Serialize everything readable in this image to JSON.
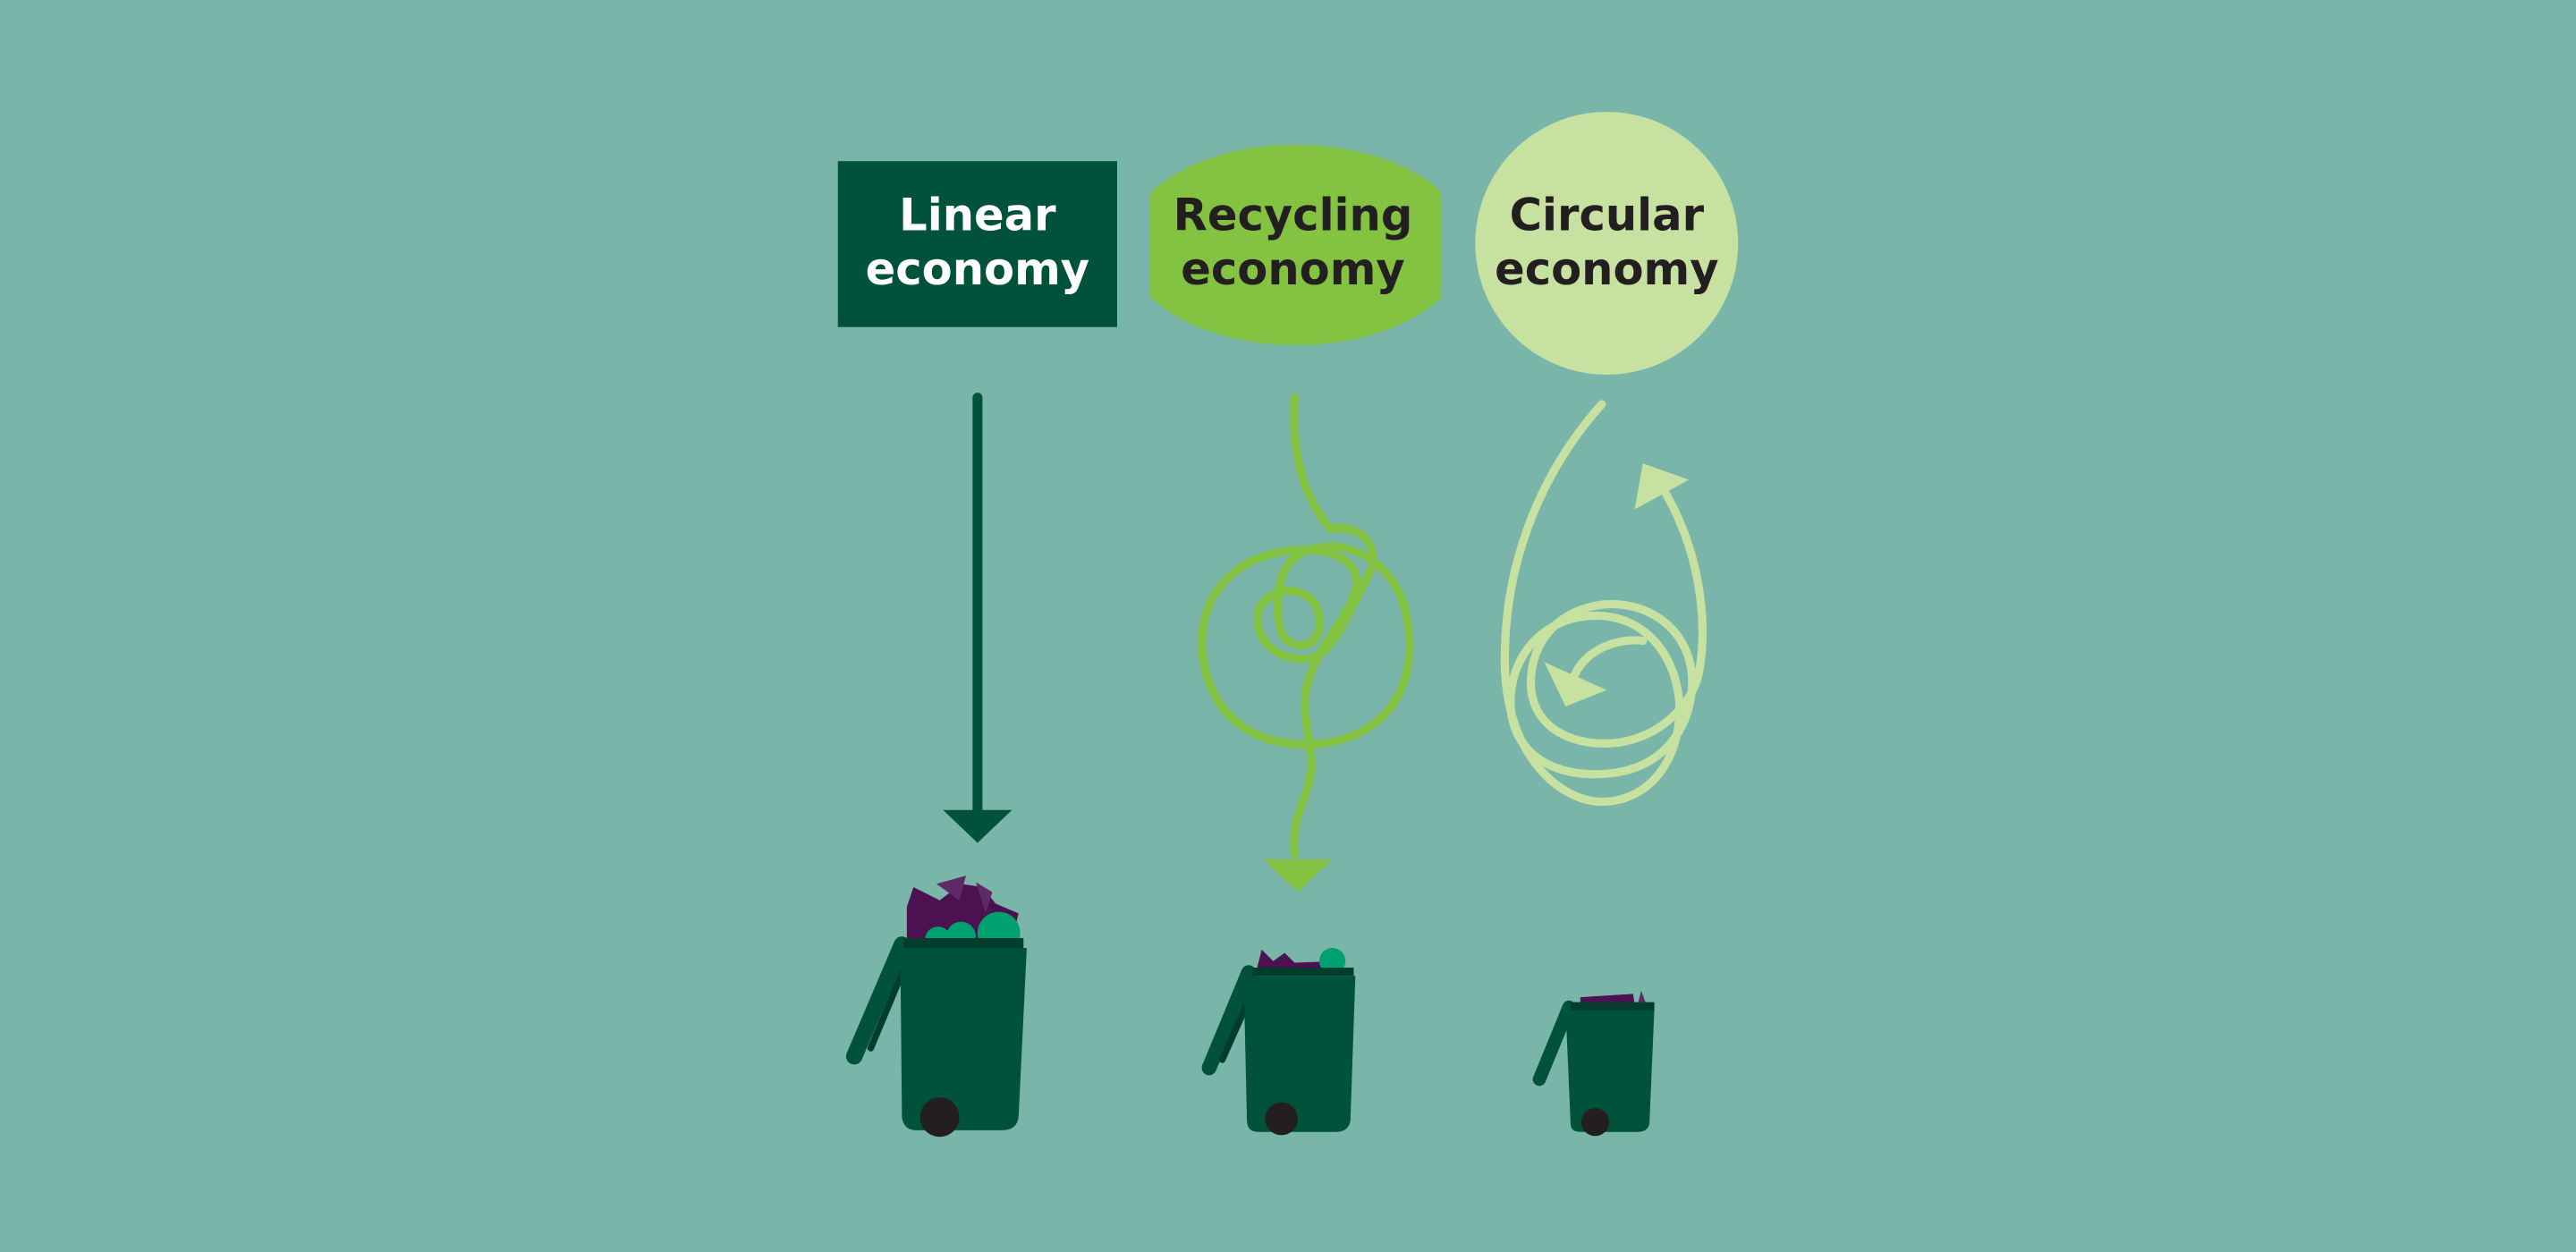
{
  "colors": {
    "background": "#7ab5aa",
    "linear": "#00533a",
    "recycling": "#84c341",
    "circular": "#c6e1a0",
    "dark_text": "#231f20",
    "trash_purple": "#4b1150",
    "trash_teal": "#00a070"
  },
  "linear": {
    "line1": "Linear",
    "line2": "economy"
  },
  "recycling": {
    "line1": "Recycling",
    "line2": "economy"
  },
  "circular": {
    "line1": "Circular",
    "line2": "economy"
  }
}
